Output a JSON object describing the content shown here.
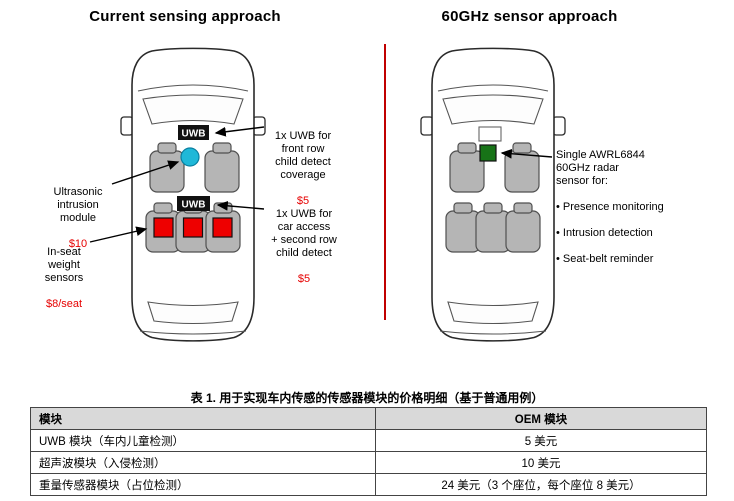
{
  "left_panel": {
    "title": "Current sensing approach",
    "uwb_top_label": "UWB",
    "uwb_mid_label": "UWB",
    "annotations": {
      "front_uwb": {
        "text": "1x UWB for\nfront row\nchild detect\ncoverage",
        "price": "$5"
      },
      "ultrasonic": {
        "text": "Ultrasonic\nintrusion\nmodule",
        "price": "$10"
      },
      "second_uwb": {
        "text": "1x UWB for\ncar access\n+ second row\nchild detect",
        "price": "$5"
      },
      "weight": {
        "text": "In-seat\nweight\nsensors",
        "price": "$8/seat"
      }
    }
  },
  "right_panel": {
    "title": "60GHz sensor approach",
    "annotation": {
      "heading": "Single AWRL6844\n60GHz radar\nsensor for:",
      "bullets": [
        "• Presence monitoring",
        "• Intrusion detection",
        "• Seat-belt reminder"
      ]
    }
  },
  "table": {
    "caption": "表 1. 用于实现车内传感的传感器模块的价格明细（基于普通用例）",
    "headers": [
      "模块",
      "OEM 模块"
    ],
    "rows": [
      [
        "UWB 模块（车内儿童检测）",
        "5 美元"
      ],
      [
        "超声波模块（入侵检测）",
        "10 美元"
      ],
      [
        "重量传感器模块（占位检测）",
        "24 美元（3 个座位，每个座位 8 美元）"
      ]
    ]
  },
  "colors": {
    "divider_red": "#c00000",
    "price_red": "#e60000",
    "ultrasonic_sensor_cyan": "#1fb8d8",
    "radar_sensor_green": "#177317",
    "weight_sensor_red": "#ee0000",
    "uwb_box_black": "#111111"
  }
}
